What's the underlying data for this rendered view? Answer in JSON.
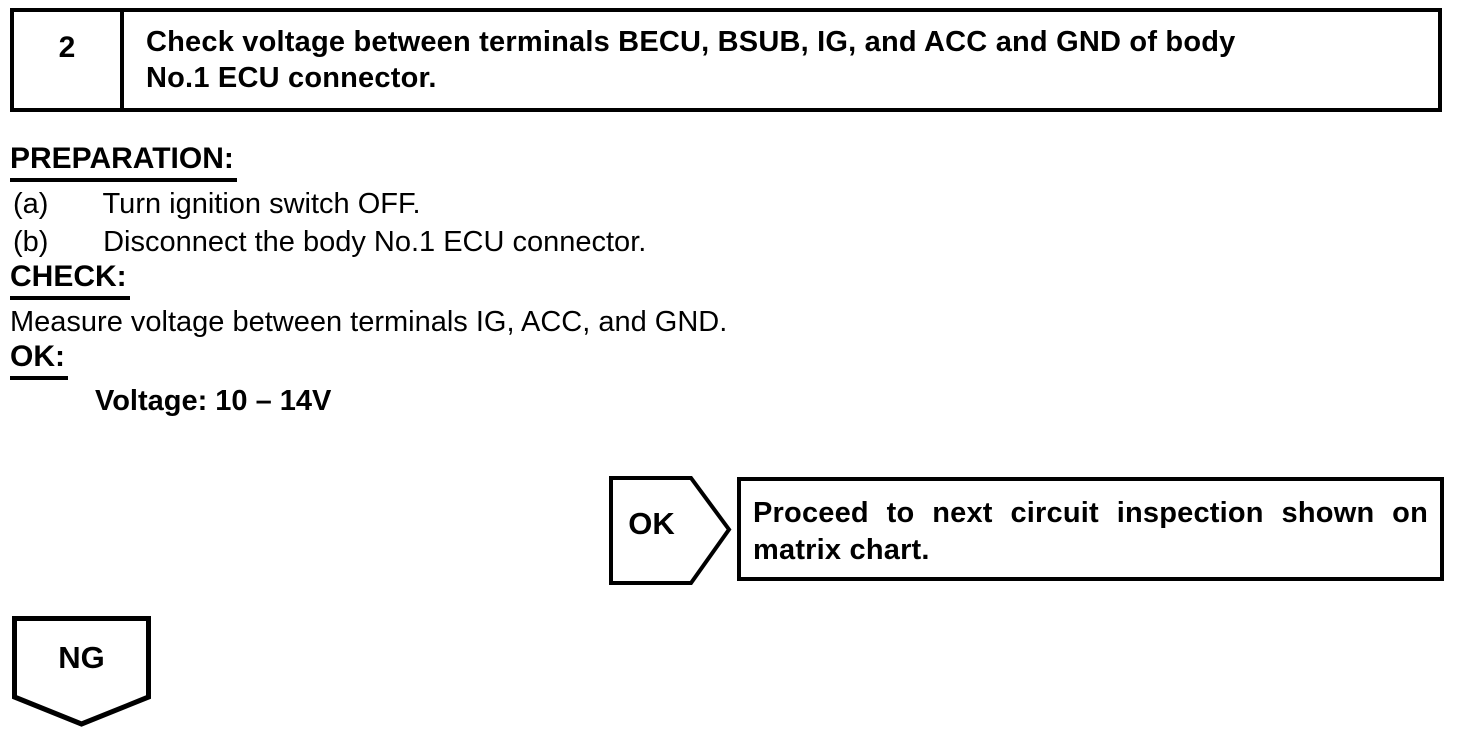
{
  "page": {
    "background_color": "#ffffff",
    "ink_color": "#000000"
  },
  "step_header": {
    "number": "2",
    "title_lines": [
      "Check voltage between terminals BECU, BSUB, IG, and ACC and GND of body",
      "No.1 ECU connector."
    ]
  },
  "sections": {
    "preparation": {
      "heading": "PREPARATION:",
      "items": [
        {
          "label": "(a)",
          "text": "Turn ignition switch OFF."
        },
        {
          "label": "(b)",
          "text": "Disconnect the body No.1 ECU connector."
        }
      ]
    },
    "check": {
      "heading": "CHECK:",
      "text": "Measure voltage between terminals IG, ACC, and GND."
    },
    "ok_criteria": {
      "heading": "OK:",
      "spec": "Voltage: 10 – 14V"
    }
  },
  "flow": {
    "ok_branch": {
      "label": "OK",
      "action_lines": [
        "Proceed to next circuit inspection shown on",
        "matrix chart."
      ]
    },
    "ng_branch": {
      "label": "NG"
    }
  }
}
